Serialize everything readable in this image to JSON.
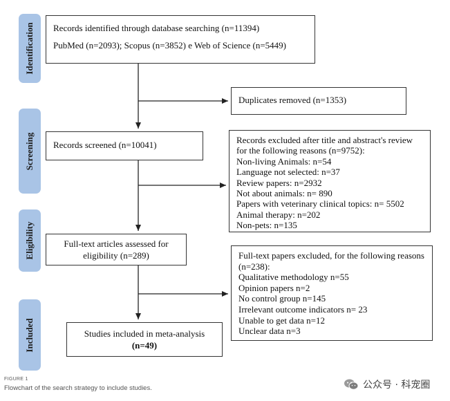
{
  "phases": {
    "identification": "Identification",
    "screening": "Screening",
    "eligibility": "Eligibility",
    "included": "Included"
  },
  "boxes": {
    "identified": {
      "line1": "Records identified through database searching (n=11394)",
      "line2": "PubMed (n=2093); Scopus (n=3852) e Web of Science (n=5449)"
    },
    "duplicates": "Duplicates removed (n=1353)",
    "screened": "Records screened (n=10041)",
    "excluded_title": {
      "lines": [
        "Records excluded after title and abstract's review",
        "for the following reasons (n=9752):",
        "Non-living Animals: n=54",
        "Language not selected: n=37",
        "Review papers: n=2932",
        "Not about animals: n= 890",
        "Papers with veterinary clinical topics: n= 5502",
        "Animal therapy: n=202",
        "Non-pets: n=135"
      ]
    },
    "fulltext": {
      "line1": "Full-text articles assessed for",
      "line2": "eligibility (n=289)"
    },
    "excluded_fulltext": {
      "lines": [
        "Full-text papers excluded, for the following reasons",
        "(n=238):",
        "Qualitative methodology n=55",
        "Opinion papers n=2",
        "No control group n=145",
        "Irrelevant outcome indicators n= 23",
        "Unable to get data n=12",
        "Unclear data n=3"
      ]
    },
    "included": {
      "line1": "Studies included in meta-analysis",
      "line2": "(n=49)"
    }
  },
  "caption": {
    "figure_number": "FIGURE 1",
    "text": "Flowchart of the search strategy to include studies."
  },
  "watermark": {
    "text": "公众号 · 科宠圈",
    "icon": "wechat-icon"
  },
  "colors": {
    "phase_fill": "#a9c4e6",
    "box_border": "#333333",
    "arrow": "#222222"
  }
}
